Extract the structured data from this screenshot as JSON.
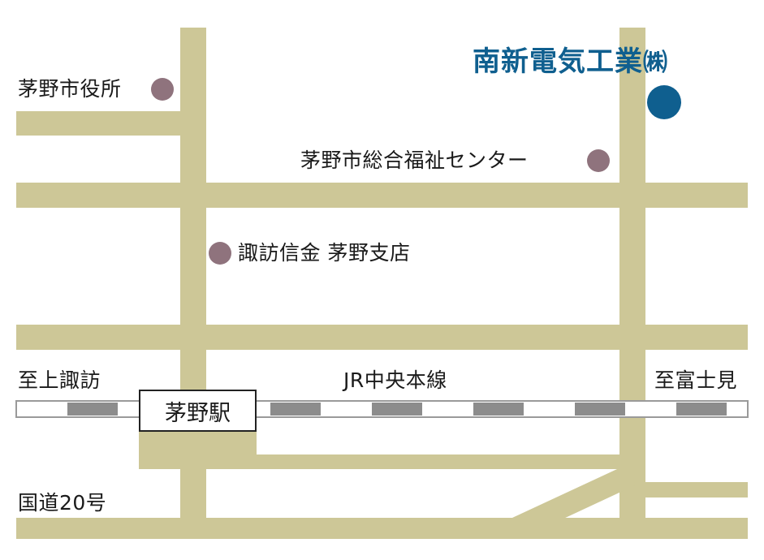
{
  "colors": {
    "road": "#cdc797",
    "rail_gray": "#8c8c8c",
    "rail_border": "#9a9a9a",
    "poi": "#8f737d",
    "company": "#0f5f8f",
    "text": "#1a1a1a"
  },
  "company": {
    "name": "南新電気工業",
    "suffix": "㈱"
  },
  "pois": {
    "city_hall": "茅野市役所",
    "welfare_center": "茅野市総合福祉センター",
    "bank": "諏訪信金 茅野支店"
  },
  "railway": {
    "line_name": "JR中央本線",
    "west_direction": "至上諏訪",
    "east_direction": "至富士見",
    "station": "茅野駅"
  },
  "road": {
    "route_name": "国道20号"
  }
}
